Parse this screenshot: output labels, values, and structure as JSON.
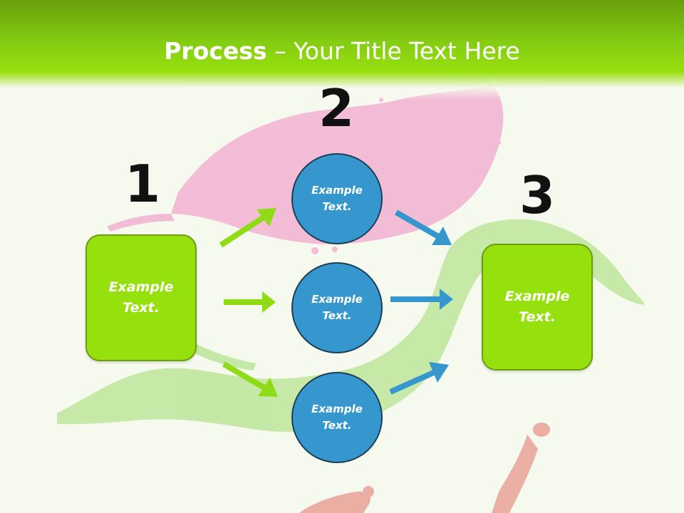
{
  "slide": {
    "title_bold": "Process",
    "title_rest": " – Your Title Text Here"
  },
  "steps": [
    {
      "number": "1",
      "text": "Example Text."
    },
    {
      "number": "2",
      "text": [
        "Example Text.",
        "Example Text.",
        "Example Text."
      ]
    },
    {
      "number": "3",
      "text": "Example Text."
    }
  ],
  "colors": {
    "header_green": "#84cc12",
    "box_green": "#96e00e",
    "circle_blue": "#3597cd",
    "arrow_green": "#8fdc16",
    "arrow_blue": "#3597cd"
  }
}
